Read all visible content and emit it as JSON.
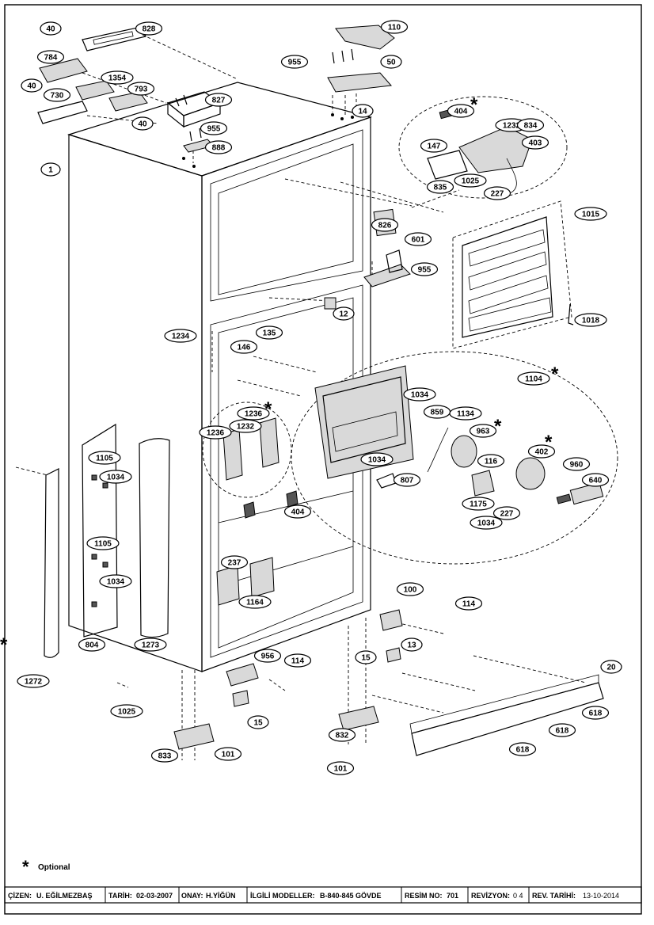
{
  "labels": [
    "40",
    "828",
    "784",
    "1354",
    "793",
    "40",
    "730",
    "827",
    "40",
    "955",
    "888",
    "110",
    "955",
    "50",
    "14",
    "404",
    "1232",
    "834",
    "147",
    "403",
    "835",
    "1025",
    "227",
    "1",
    "826",
    "601",
    "955",
    "1015",
    "12",
    "135",
    "1234",
    "146",
    "1018",
    "1104",
    "1034",
    "859",
    "1134",
    "1236",
    "1236",
    "1232",
    "963",
    "402",
    "1105",
    "1034",
    "1034",
    "807",
    "116",
    "960",
    "640",
    "1175",
    "404",
    "1034",
    "227",
    "1105",
    "237",
    "1034",
    "1164",
    "100",
    "114",
    "804",
    "1273",
    "13",
    "15",
    "956",
    "114",
    "20",
    "1272",
    "1025",
    "15",
    "618",
    "618",
    "832",
    "833",
    "101",
    "101",
    "618"
  ],
  "optional_note": "Optional",
  "title_block": {
    "drawn_label": "ÇİZEN:",
    "drawn_value": "U. EĞİLMEZBAŞ",
    "date_label": "TARİH:",
    "date_value": "02-03-2007",
    "approved_label": "ONAY:",
    "approved_value": "H.YİĞÜN",
    "models_label": "İLGİLİ MODELLER:",
    "models_value": "B-840-845 GÖVDE",
    "drawing_no_label": "RESİM NO:",
    "drawing_no_value": "701",
    "revision_label": "REVİZYON:",
    "revision_value": "0 4",
    "rev_date_label": "REV. TARİHİ:",
    "rev_date_value": "13-10-2014"
  }
}
